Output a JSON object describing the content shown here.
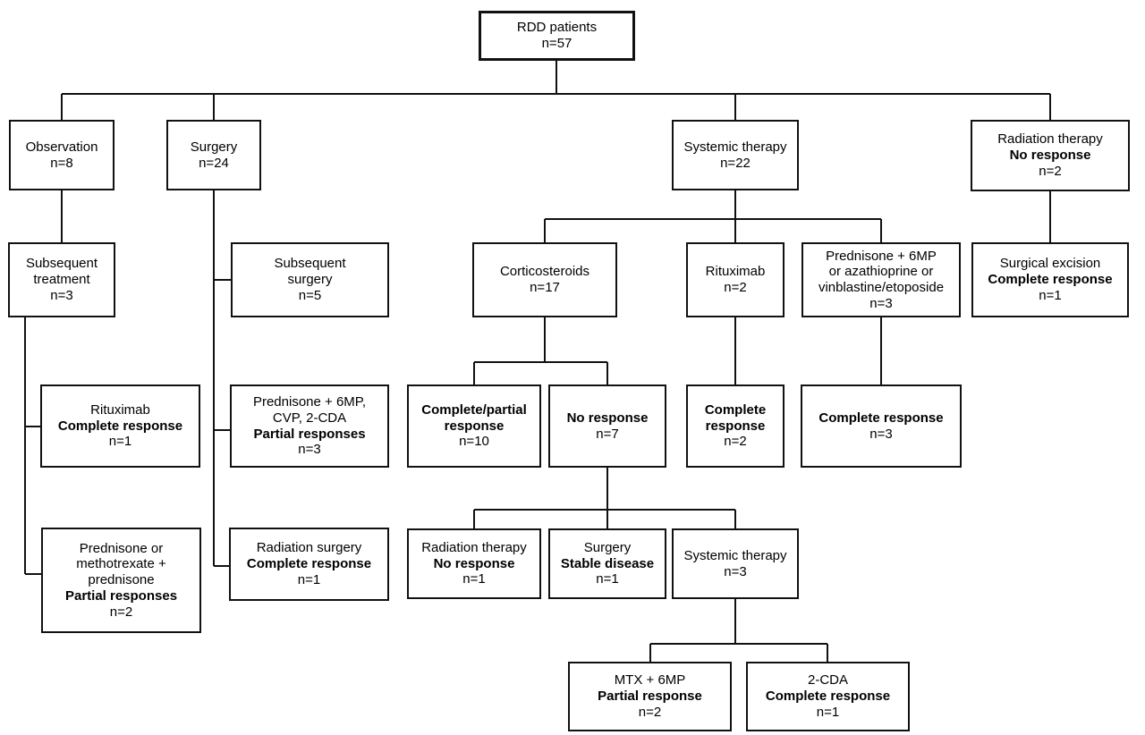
{
  "figure": {
    "type": "flowchart",
    "title": "RDD patients treatment and response flow diagram"
  },
  "colors": {
    "background": "#ffffff",
    "line": "#111111",
    "text": "#000000",
    "box_fill": "#ffffff"
  },
  "nodes": {
    "rdd": {
      "lines": [
        "RDD patients",
        "n=57"
      ]
    },
    "observation": {
      "lines": [
        "Observation",
        "n=8"
      ]
    },
    "surgery": {
      "lines": [
        "Surgery",
        "n=24"
      ]
    },
    "systemic22": {
      "lines": [
        "Systemic therapy",
        "n=22"
      ]
    },
    "radiation2": {
      "lines": [
        "Radiation therapy",
        "No response",
        "n=2"
      ]
    },
    "subsequentTreatment": {
      "lines": [
        "Subsequent",
        "treatment",
        "n=3"
      ]
    },
    "subsequentSurgery": {
      "lines": [
        "Subsequent",
        "surgery",
        "n=5"
      ]
    },
    "corticosteroids": {
      "lines": [
        "Corticosteroids",
        "n=17"
      ]
    },
    "rituximab2": {
      "lines": [
        "Rituximab",
        "n=2"
      ]
    },
    "predAza": {
      "lines": [
        "Prednisone + 6MP",
        "or azathioprine or",
        "vinblastine/etoposide",
        "n=3"
      ]
    },
    "surgicalExcision": {
      "lines": [
        "Surgical excision",
        "Complete response",
        "n=1"
      ]
    },
    "rituximabCR": {
      "lines": [
        "Rituximab",
        "Complete response",
        "n=1"
      ]
    },
    "predCvp": {
      "lines": [
        "Prednisone + 6MP,",
        "CVP, 2-CDA",
        "Partial responses",
        "n=3"
      ]
    },
    "cpResponse": {
      "lines": [
        "Complete/partial",
        "response",
        "n=10"
      ]
    },
    "noResponse7": {
      "lines": [
        "No response",
        "n=7"
      ]
    },
    "cr2": {
      "lines": [
        "Complete",
        "response",
        "n=2"
      ]
    },
    "cr3": {
      "lines": [
        "Complete response",
        "n=3"
      ]
    },
    "predMtx": {
      "lines": [
        "Prednisone or",
        "methotrexate +",
        "prednisone",
        "Partial responses",
        "n=2"
      ]
    },
    "radSurgery": {
      "lines": [
        "Radiation surgery",
        "Complete response",
        "n=1"
      ]
    },
    "radTherapyNR": {
      "lines": [
        "Radiation therapy",
        "No response",
        "n=1"
      ]
    },
    "surgerySD": {
      "lines": [
        "Surgery",
        "Stable disease",
        "n=1"
      ]
    },
    "systemic3": {
      "lines": [
        "Systemic therapy",
        "n=3"
      ]
    },
    "mtx6mp": {
      "lines": [
        "MTX + 6MP",
        "Partial response",
        "n=2"
      ]
    },
    "cda2": {
      "lines": [
        "2-CDA",
        "Complete response",
        "n=1"
      ]
    }
  }
}
